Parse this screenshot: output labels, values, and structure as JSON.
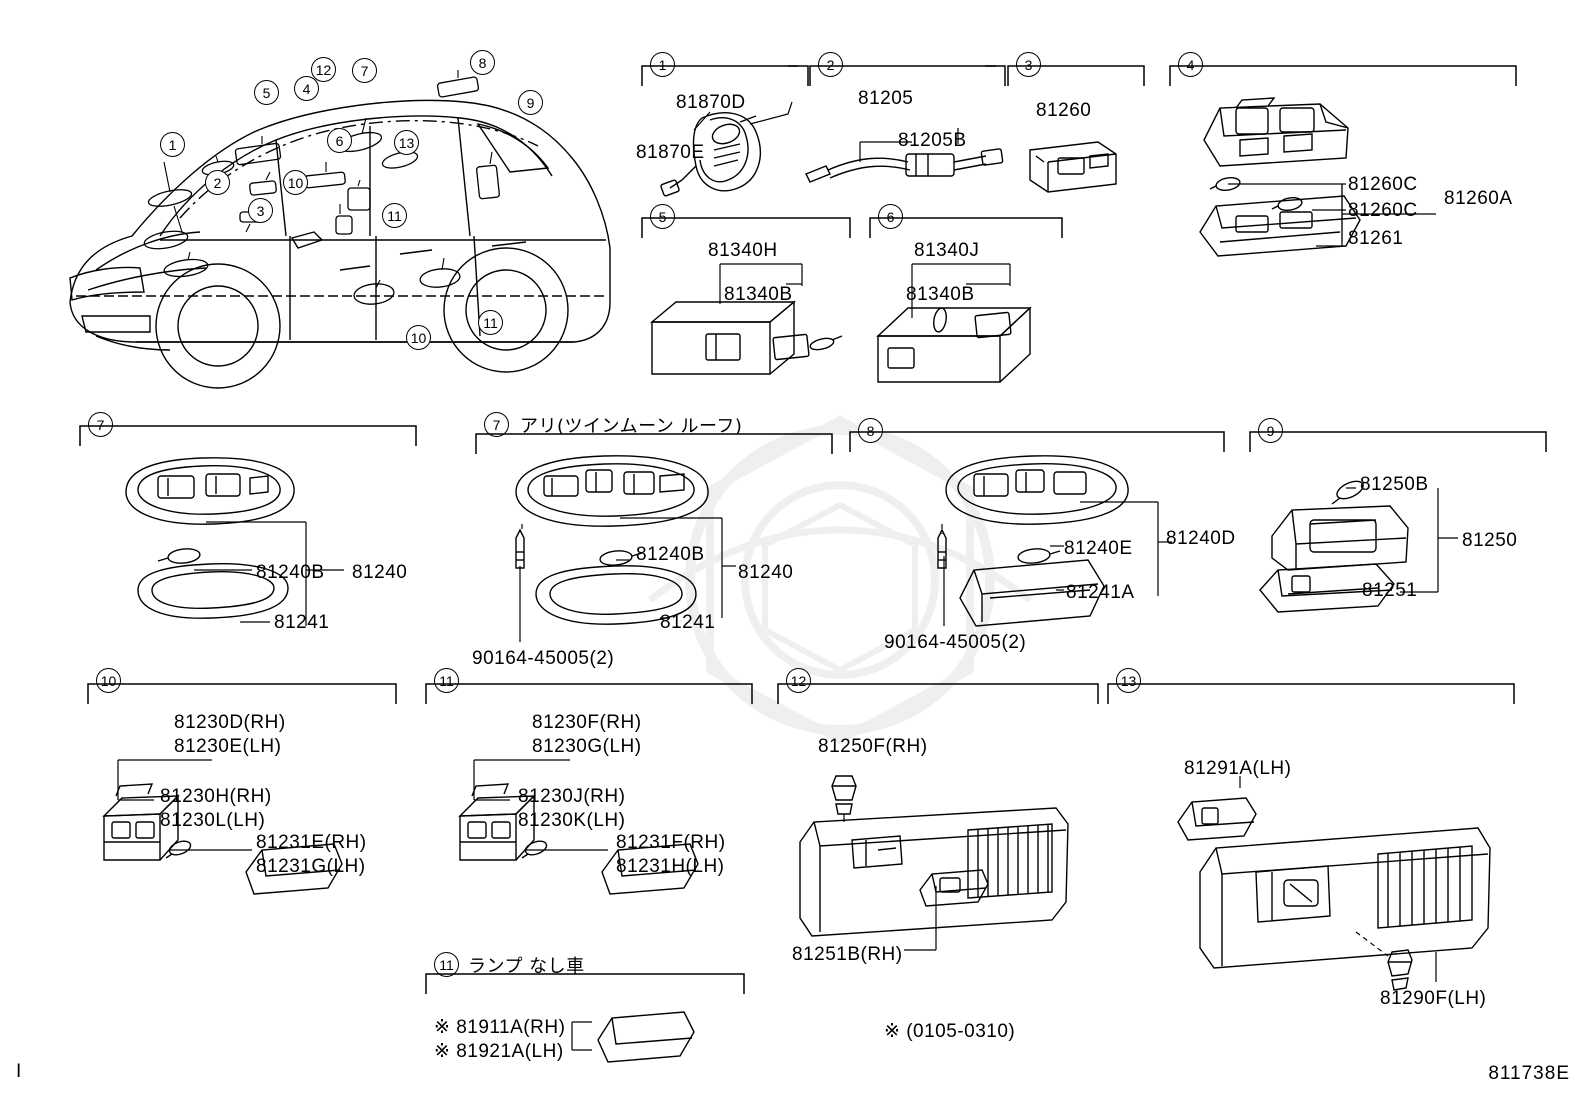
{
  "diagram": {
    "sheet_code": "811738E",
    "left_margin_mark": "I",
    "footnote_period": "※ (0105-0310)",
    "vehicle_callouts": [
      "1",
      "2",
      "3",
      "4",
      "5",
      "6",
      "7",
      "8",
      "9",
      "10",
      "11",
      "12",
      "13"
    ],
    "groups": [
      {
        "id": "g1",
        "callout": "1",
        "labels": [
          "81870D",
          "81870E"
        ]
      },
      {
        "id": "g2",
        "callout": "2",
        "labels": [
          "81205",
          "81205B"
        ]
      },
      {
        "id": "g3",
        "callout": "3",
        "labels": [
          "81260"
        ]
      },
      {
        "id": "g4",
        "callout": "4",
        "labels": [
          "81260C",
          "81260C",
          "81261",
          "81260A"
        ]
      },
      {
        "id": "g5",
        "callout": "5",
        "labels": [
          "81340H",
          "81340B"
        ]
      },
      {
        "id": "g6",
        "callout": "6",
        "labels": [
          "81340J",
          "81340B"
        ]
      },
      {
        "id": "g7a",
        "callout": "7",
        "labels": [
          "81240B",
          "81240",
          "81241"
        ]
      },
      {
        "id": "g7b",
        "callout": "7",
        "title": "アリ(ツインムーン ルーフ)",
        "labels": [
          "81240B",
          "81240",
          "81241",
          "90164-45005(2)"
        ]
      },
      {
        "id": "g8",
        "callout": "8",
        "labels": [
          "81240E",
          "81240D",
          "81241A",
          "90164-45005(2)"
        ]
      },
      {
        "id": "g9",
        "callout": "9",
        "labels": [
          "81250B",
          "81250",
          "81251"
        ]
      },
      {
        "id": "g10",
        "callout": "10",
        "labels": [
          "81230D(RH)",
          "81230E(LH)",
          "81230H(RH)",
          "81230L(LH)",
          "81231E(RH)",
          "81231G(LH)"
        ]
      },
      {
        "id": "g11",
        "callout": "11",
        "labels": [
          "81230F(RH)",
          "81230G(LH)",
          "81230J(RH)",
          "81230K(LH)",
          "81231F(RH)",
          "81231H(LH)"
        ]
      },
      {
        "id": "g12",
        "callout": "12",
        "labels": [
          "81250F(RH)",
          "81251B(RH)"
        ]
      },
      {
        "id": "g13",
        "callout": "13",
        "labels": [
          "81291A(LH)",
          "81290F(LH)"
        ]
      },
      {
        "id": "g11b",
        "callout": "11",
        "title": "ランプ なし車",
        "labels": [
          "※ 81911A(RH)",
          "※ 81921A(LH)"
        ]
      }
    ]
  }
}
